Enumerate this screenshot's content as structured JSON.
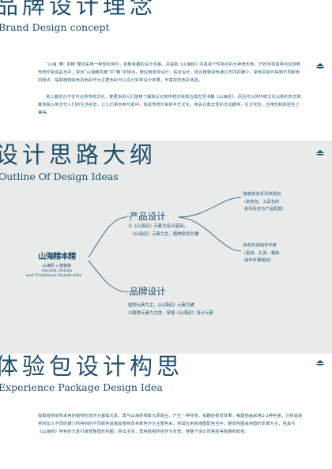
{
  "section1": {
    "title": "品牌设计理念",
    "subtitle": "Brand Design concept",
    "paragraphs": [
      "“山海 ‘精’ 本精”整体采用一种轻松简约，别致有趣的设计风格，并提取《山海经》中具有个性特点的大神兽形象，巧妙地将其特点应用到传统印染成品当中，突出“山海精本精”中“精”的特点，使应用体现设计、贴合设计，结合植物染色通过不同的媒介，染色实践可得到不同颜色的特点，提取植物染色的色彩作为主要色彩可以充分实现设计效果，丰富视觉色彩体验。",
      "将二者结合不仅可以将传统文化，使更多的人们能够了解和认识到传统印染和古典志怪书籍《山海经》，而且可以将传统文化以新的形式和载体融入到当代人们的生活中去，让人们亲自参与其中，体验传统印染的手艺文化，体会古典志怪的文化趣味，在文化性、应用性和体验性上兼得。"
    ]
  },
  "section2": {
    "title": "设计思路大纲",
    "subtitle": "Outline Of Design Ideas",
    "logo": {
      "mark": "山海精本精",
      "line1": "山海经 x 植物染",
      "line2": "Ancient Deities",
      "line3": "and Traditional Handicrafts"
    },
    "branch1": {
      "title": "·产品设计",
      "text": [
        "以《山海经》元素为设计基础，",
        "《山海经》元素为主，植物染色为辅"
      ]
    },
    "branch2": {
      "title": "·品牌设计",
      "text": [
        "植物元素为主，《山海经》元素为辅",
        "以植物元素为主体，穿插《山海经》设计元素"
      ]
    },
    "leaf1": [
      "·植物染色系列体验包",
      "(染色包、工具包的",
      "系列设定与产品配置)"
    ],
    "leaf2": [
      "·染色实验操作手册",
      "(型染、扎染、蜡染",
      "操作步骤解说)"
    ]
  },
  "section3": {
    "title": "体验包设计构思",
    "subtitle": "Experience Package Design Idea",
    "paragraph": "提取植物染所采用的植物形态作为基础元素，再与山海经相率元素融合，产生一种夺意、有趣的视觉效果。每副插画采用2-3种色描，分别是染色时加入不同的媒介所得到的不同颜色或者是植物本身颜色作为主要色彩，将其应用到插图配色当中，整体构图采用圆形轮廓为主，将其与《山海经》特色的元素打破规整圆形构图，突出主体，再用植物环绕作为背景，使整个设计风格变得有趣和鲜有。"
  },
  "colors": {
    "primary": "#1f4f6c",
    "panel": "#e9eaea"
  },
  "icons": [
    "boat-icon",
    "boat-icon",
    "boat-icon"
  ]
}
